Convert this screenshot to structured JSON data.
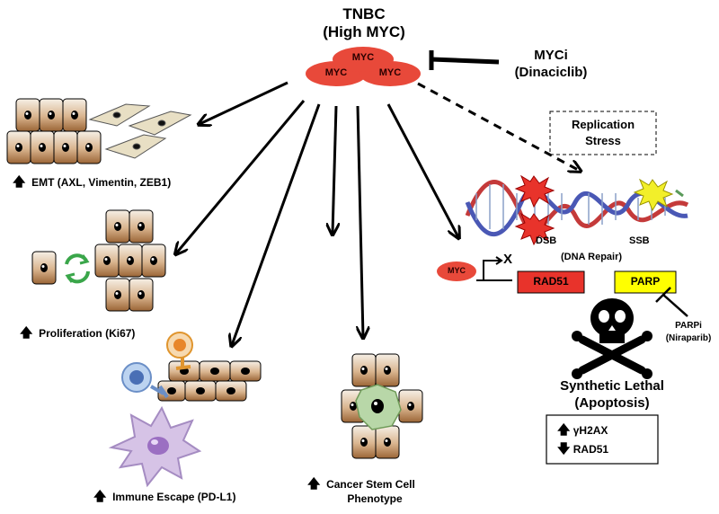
{
  "title": {
    "line1": "TNBC",
    "line2": "(High MYC)"
  },
  "myc_cluster": {
    "top": "MYC",
    "left": "MYC",
    "right": "MYC"
  },
  "inhibitor": {
    "line1": "MYCi",
    "line2": "(Dinaciclib)"
  },
  "replication_stress": {
    "line1": "Replication",
    "line2": "Stress"
  },
  "dna": {
    "dsb": "DSB",
    "ssb": "SSB",
    "repair": "(DNA Repair)"
  },
  "promoter": {
    "myc": "MYC",
    "mark": "X"
  },
  "genes": {
    "rad51": "RAD51",
    "parp": "PARP"
  },
  "parpi": {
    "line1": "PARPi",
    "line2": "(Niraparib)"
  },
  "synthetic_lethal": {
    "line1": "Synthetic Lethal",
    "line2": "(Apoptosis)"
  },
  "markers": {
    "up": "γH2AX",
    "down": "RAD51"
  },
  "outcomes": {
    "emt": "EMT (AXL, Vimentin, ZEB1)",
    "proliferation": "Proliferation (Ki67)",
    "immune": "Immune Escape (PD-L1)",
    "stem_line1": "Cancer Stem Cell",
    "stem_line2": "Phenotype"
  },
  "colors": {
    "myc_red": "#e8493a",
    "rad51_red": "#e8332b",
    "parp_yellow": "#ffff00",
    "cell_brown": "#b07a4a",
    "arrow": "#000000"
  }
}
